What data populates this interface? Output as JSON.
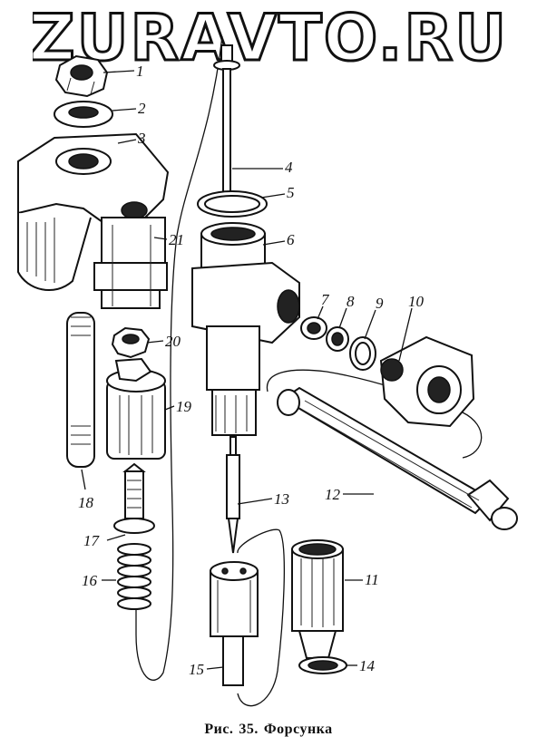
{
  "watermark": "ZURAVTO.RU",
  "caption": {
    "prefix": "Рис.",
    "number": "35.",
    "title": "Форсунка"
  },
  "parts": [
    {
      "id": "p1",
      "label": "1"
    },
    {
      "id": "p2",
      "label": "2"
    },
    {
      "id": "p3",
      "label": "3"
    },
    {
      "id": "p4",
      "label": "4"
    },
    {
      "id": "p5",
      "label": "5"
    },
    {
      "id": "p6",
      "label": "6"
    },
    {
      "id": "p7",
      "label": "7"
    },
    {
      "id": "p8",
      "label": "8"
    },
    {
      "id": "p9",
      "label": "9"
    },
    {
      "id": "p10",
      "label": "10"
    },
    {
      "id": "p11",
      "label": "11"
    },
    {
      "id": "p12",
      "label": "12"
    },
    {
      "id": "p13",
      "label": "13"
    },
    {
      "id": "p14",
      "label": "14"
    },
    {
      "id": "p15",
      "label": "15"
    },
    {
      "id": "p16",
      "label": "16"
    },
    {
      "id": "p17",
      "label": "17"
    },
    {
      "id": "p18",
      "label": "18"
    },
    {
      "id": "p19",
      "label": "19"
    },
    {
      "id": "p20",
      "label": "20"
    },
    {
      "id": "p21",
      "label": "21"
    }
  ]
}
